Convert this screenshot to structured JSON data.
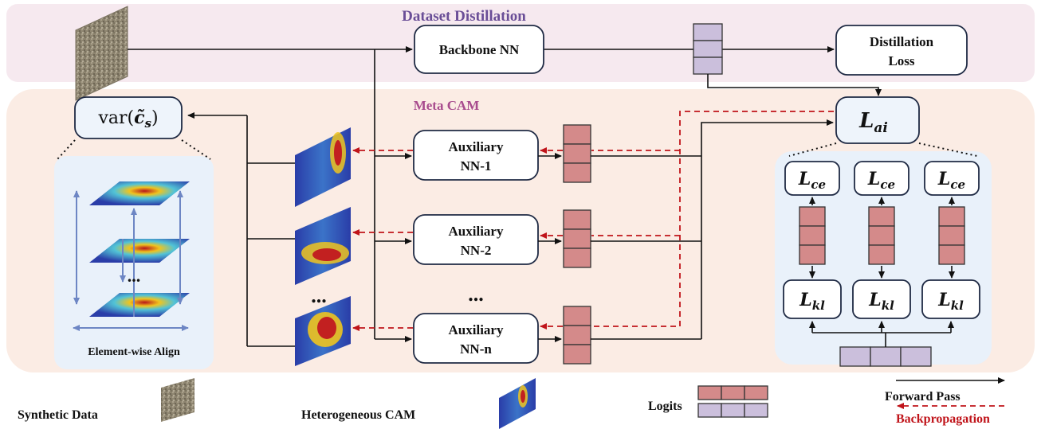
{
  "top_section_title": "Dataset Distillation",
  "mid_section_title": "Meta CAM",
  "backbone_label": "Backbone NN",
  "distill_loss": [
    "Distillation",
    "Loss"
  ],
  "var_label": "var(",
  "var_symbol": "c̃",
  "var_sub": "s",
  "var_close": ")",
  "l_ai": {
    "main": "L",
    "sub": "ai"
  },
  "l_ce": {
    "main": "L",
    "sub": "ce"
  },
  "l_kl": {
    "main": "L",
    "sub": "kl"
  },
  "aux_nets": [
    {
      "line1": "Auxiliary",
      "line2": "NN-1"
    },
    {
      "line1": "Auxiliary",
      "line2": "NN-2"
    },
    {
      "line1": "Auxiliary",
      "line2": "NN-n"
    }
  ],
  "ellipsis": "...",
  "element_align": "Element-wise Align",
  "legend": {
    "synthetic": "Synthetic Data",
    "cam": "Heterogeneous CAM",
    "logits": "Logits",
    "forward": "Forward Pass",
    "backward": "Backpropagation"
  },
  "colors": {
    "top_band": "#f6e9ef",
    "mid_band": "#fbece4",
    "inner_panel": "#e9f1fa",
    "top_title": "#6a4e97",
    "mid_title": "#a84c8e",
    "forward": "#111111",
    "backward": "#c0141a",
    "logit_red": "#d48a8a",
    "logit_purple": "#cbbfdc"
  }
}
